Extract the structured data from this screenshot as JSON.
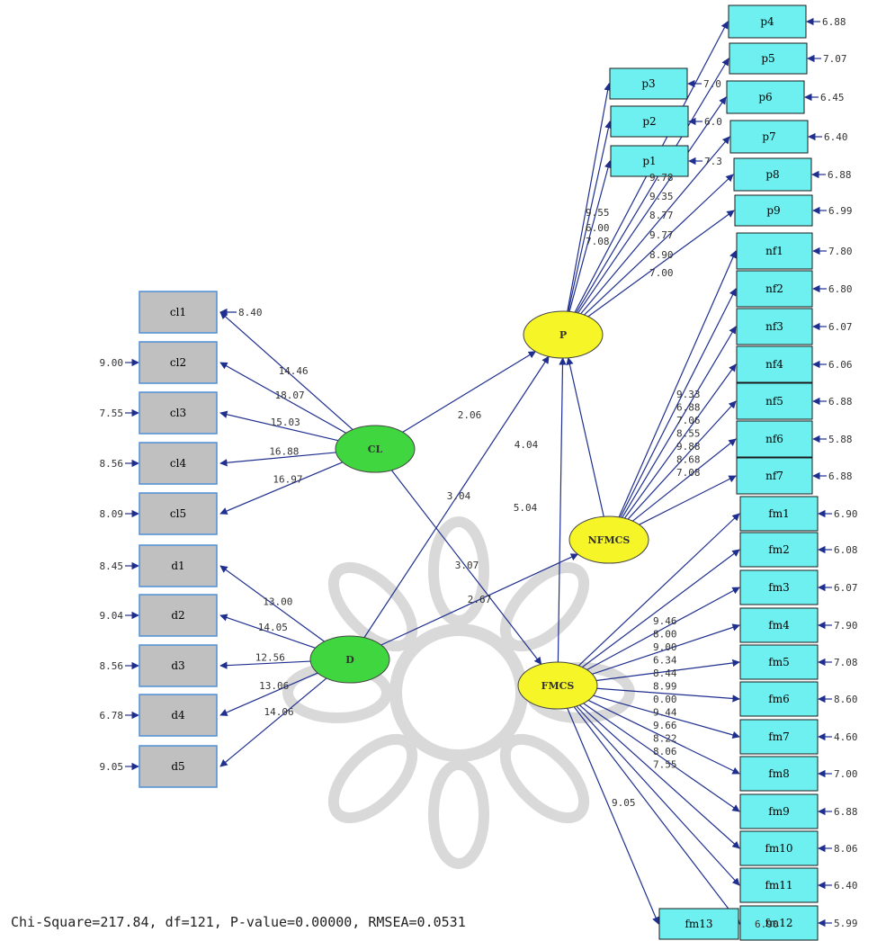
{
  "colors": {
    "observed_fill": "#6ff0f0",
    "observed_stroke": "#1a1a1a",
    "grey_fill": "#c0c0c0",
    "grey_stroke": "#4f8fd6",
    "latent_green": "#3fd63f",
    "latent_yellow": "#f5f527",
    "arrow": "#1f2f8f",
    "watermark": "#d9d9d9"
  },
  "latents": [
    {
      "id": "CL",
      "label": "CL",
      "color": "green"
    },
    {
      "id": "D",
      "label": "D",
      "color": "green"
    },
    {
      "id": "P",
      "label": "P",
      "color": "yellow"
    },
    {
      "id": "NFMCS",
      "label": "NFMCS",
      "color": "yellow"
    },
    {
      "id": "FMCS",
      "label": "FMCS",
      "color": "yellow"
    }
  ],
  "left_indicators": [
    {
      "label": "cl1",
      "latent": "CL",
      "loading": "14.46",
      "error": "8.40"
    },
    {
      "label": "cl2",
      "latent": "CL",
      "loading": "18.07",
      "error": "9.00"
    },
    {
      "label": "cl3",
      "latent": "CL",
      "loading": "15.03",
      "error": "7.55"
    },
    {
      "label": "cl4",
      "latent": "CL",
      "loading": "16.88",
      "error": "8.56"
    },
    {
      "label": "cl5",
      "latent": "CL",
      "loading": "16.97",
      "error": "8.09"
    },
    {
      "label": "d1",
      "latent": "D",
      "loading": "13.00",
      "error": "8.45"
    },
    {
      "label": "d2",
      "latent": "D",
      "loading": "14.05",
      "error": "9.04"
    },
    {
      "label": "d3",
      "latent": "D",
      "loading": "12.56",
      "error": "8.56"
    },
    {
      "label": "d4",
      "latent": "D",
      "loading": "13.06",
      "error": "6.78"
    },
    {
      "label": "d5",
      "latent": "D",
      "loading": "14.06",
      "error": "9.05"
    }
  ],
  "p_indicators": [
    {
      "label": "p3",
      "loading": "9.55",
      "error": "7.0"
    },
    {
      "label": "p2",
      "loading": "6.00",
      "error": "6.0"
    },
    {
      "label": "p1",
      "loading": "7.08",
      "error": "7.3"
    },
    {
      "label": "p4",
      "loading": "9.78",
      "error": "6.88"
    },
    {
      "label": "p5",
      "loading": "9.35",
      "error": "7.07"
    },
    {
      "label": "p6",
      "loading": "8.77",
      "error": "6.45"
    },
    {
      "label": "p7",
      "loading": "9.77",
      "error": "6.40"
    },
    {
      "label": "p8",
      "loading": "8.90",
      "error": "6.88"
    },
    {
      "label": "p9",
      "loading": "7.00",
      "error": "6.99"
    }
  ],
  "nf_indicators": [
    {
      "label": "nf1",
      "loading": "9.33",
      "error": "7.80"
    },
    {
      "label": "nf2",
      "loading": "6.88",
      "error": "6.80"
    },
    {
      "label": "nf3",
      "loading": "7.06",
      "error": "6.07"
    },
    {
      "label": "nf4",
      "loading": "8.55",
      "error": "6.06"
    },
    {
      "label": "nf5",
      "loading": "9.88",
      "error": "6.88"
    },
    {
      "label": "nf6",
      "loading": "8.68",
      "error": "5.88"
    },
    {
      "label": "nf7",
      "loading": "7.08",
      "error": "6.88"
    }
  ],
  "fm_indicators": [
    {
      "label": "fm1",
      "loading": "9.46",
      "error": "6.90"
    },
    {
      "label": "fm2",
      "loading": "8.00",
      "error": "6.08"
    },
    {
      "label": "fm3",
      "loading": "9.00",
      "error": "6.07"
    },
    {
      "label": "fm4",
      "loading": "6.34",
      "error": "7.90"
    },
    {
      "label": "fm5",
      "loading": "8.44",
      "error": "7.08"
    },
    {
      "label": "fm6",
      "loading": "8.99",
      "error": "8.60"
    },
    {
      "label": "fm7",
      "loading": "0.00",
      "error": "4.60"
    },
    {
      "label": "fm8",
      "loading": "9.44",
      "error": "7.00"
    },
    {
      "label": "fm9",
      "loading": "9.66",
      "error": "6.88"
    },
    {
      "label": "fm10",
      "loading": "8.22",
      "error": "8.06"
    },
    {
      "label": "fm11",
      "loading": "8.06",
      "error": "6.40"
    },
    {
      "label": "fm12",
      "loading": "7.55",
      "error": "5.99"
    },
    {
      "label": "fm13",
      "loading": "9.05",
      "error": "6.90"
    }
  ],
  "paths": [
    {
      "from": "CL",
      "to": "P",
      "value": "2.06"
    },
    {
      "from": "D",
      "to": "P",
      "value": "3.04"
    },
    {
      "from": "CL",
      "to": "FMCS",
      "value": "3.07"
    },
    {
      "from": "D",
      "to": "NFMCS",
      "value": "2.67"
    },
    {
      "from": "NFMCS",
      "to": "P",
      "value": "4.04"
    },
    {
      "from": "FMCS",
      "to": "P",
      "value": "5.04"
    }
  ],
  "fit_statistics": "Chi-Square=217.84, df=121, P-value=0.00000, RMSEA=0.0531"
}
